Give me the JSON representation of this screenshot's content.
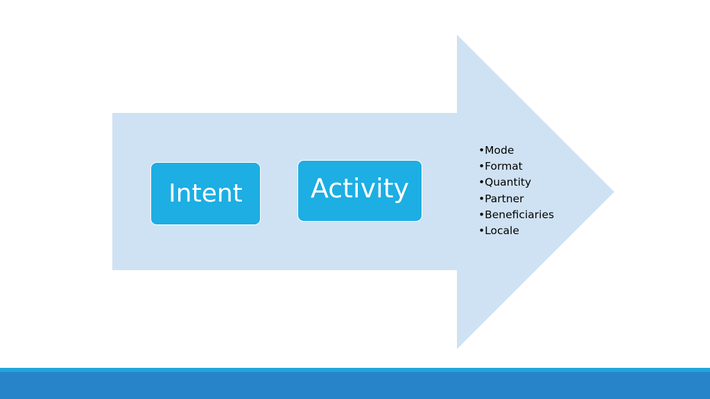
{
  "diagram": {
    "boxes": [
      {
        "label": "Intent"
      },
      {
        "label": "Activity"
      }
    ],
    "bullets": [
      "•Mode",
      "•Format",
      "•Quantity",
      "•Partner",
      "•Beneficiaries",
      "•Locale"
    ]
  },
  "colors": {
    "arrow_fill": "#cfe2f3",
    "box_fill": "#1daee3",
    "bottom_bar": "#2784c8",
    "bottom_bar_accent": "#22a6dc"
  }
}
